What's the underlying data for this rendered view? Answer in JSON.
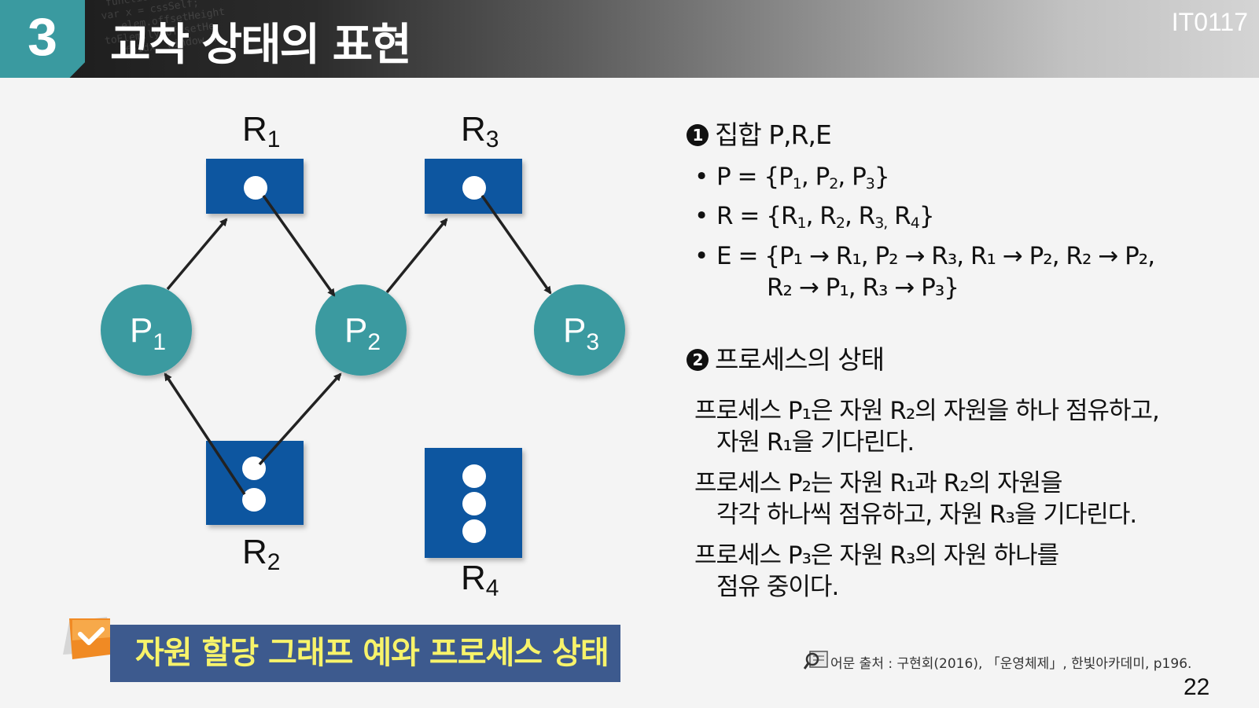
{
  "header": {
    "section_number": "3",
    "title": "교착 상태의 표현",
    "course_code": "IT0117"
  },
  "diagram": {
    "processes": [
      {
        "id": "P1",
        "label": "P",
        "sub": "1"
      },
      {
        "id": "P2",
        "label": "P",
        "sub": "2"
      },
      {
        "id": "P3",
        "label": "P",
        "sub": "3"
      }
    ],
    "resources": [
      {
        "id": "R1",
        "label": "R",
        "sub": "1",
        "instances": 1
      },
      {
        "id": "R2",
        "label": "R",
        "sub": "2",
        "instances": 2
      },
      {
        "id": "R3",
        "label": "R",
        "sub": "3",
        "instances": 1
      },
      {
        "id": "R4",
        "label": "R",
        "sub": "4",
        "instances": 3
      }
    ],
    "edges": [
      {
        "from": "P1",
        "to": "R1"
      },
      {
        "from": "R1",
        "to": "P2"
      },
      {
        "from": "P2",
        "to": "R3"
      },
      {
        "from": "R3",
        "to": "P3"
      },
      {
        "from": "R2",
        "to": "P1"
      },
      {
        "from": "R2",
        "to": "P2"
      }
    ],
    "colors": {
      "process": "#3a9aa0",
      "resource": "#1057a0",
      "arrow": "#222222"
    }
  },
  "caption": "자원 할당 그래프 예와 프로세스 상태",
  "sections": {
    "s1_num": "1",
    "s1_title": "집합 P,R,E",
    "p_set": {
      "pre": "P = {P",
      "a": "1",
      "m1": ", P",
      "b": "2",
      "m2": ", P",
      "c": "3",
      "post": "}"
    },
    "r_set": {
      "pre": "R = {R",
      "a": "1",
      "m1": ", R",
      "b": "2",
      "m2": ", R",
      "c": "3,",
      "m3": " R",
      "d": "4",
      "post": "}"
    },
    "e_set_line1": "E = {P₁ → R₁, P₂ → R₃, R₁ → P₂, R₂ → P₂,",
    "e_set_line2": "R₂ → P₁, R₃ → P₃}",
    "s2_num": "2",
    "s2_title": "프로세스의 상태",
    "b1_line1": "프로세스 P₁은 자원 R₂의 자원을 하나 점유하고,",
    "b1_line2": "자원 R₁을 기다린다.",
    "b2_line1": "프로세스 P₂는 자원 R₁과 R₂의 자원을",
    "b2_line2": "각각 하나씩 점유하고, 자원 R₃을 기다린다.",
    "b3_line1": "프로세스 P₃은 자원 R₃의 자원 하나를",
    "b3_line2": "점유 중이다."
  },
  "source": "어문 출처 : 구현회(2016), 「운영체제」, 한빛아카데미, p196.",
  "page_number": "22"
}
